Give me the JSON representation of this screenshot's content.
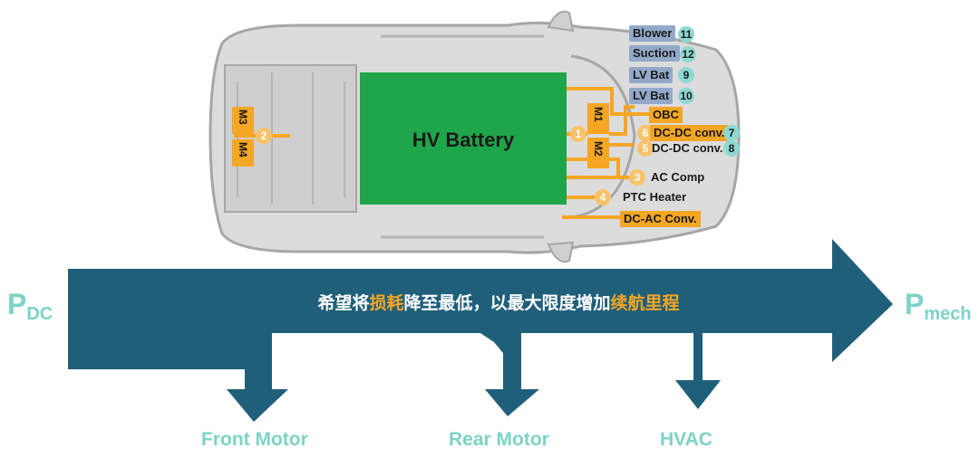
{
  "colors": {
    "arrow": "#1f5f7a",
    "battery": "#1fa64a",
    "wire": "#f5a623",
    "teal_text": "#7dd3c6",
    "car_body": "#d9d9d9",
    "car_outline": "#a6a6a6",
    "blue_tag": "#93a9c9"
  },
  "battery": {
    "label": "HV Battery"
  },
  "motors": {
    "m1": "M1",
    "m2": "M2",
    "m3": "M3",
    "m4": "M4"
  },
  "components": [
    {
      "label": "Blower",
      "number": "11"
    },
    {
      "label": "Suction",
      "number": "12"
    },
    {
      "label": "LV Bat",
      "number": "9"
    },
    {
      "label": "LV Bat",
      "number": "10"
    },
    {
      "label": "OBC",
      "number": ""
    },
    {
      "label": "DC-DC conv.",
      "number": "6",
      "number2": "7"
    },
    {
      "label": "DC-DC conv.",
      "number": "5",
      "number2": "8"
    },
    {
      "label": "AC Comp",
      "number": "3"
    },
    {
      "label": "PTC  Heater",
      "number": "4"
    },
    {
      "label": "DC-AC Conv.",
      "number": ""
    }
  ],
  "junctions": {
    "front": "1",
    "rear": "2"
  },
  "flow": {
    "input": {
      "main": "P",
      "sub": "DC"
    },
    "output": {
      "main": "P",
      "sub": "mech"
    },
    "message_parts": [
      {
        "text": "希望将",
        "highlight": false
      },
      {
        "text": "损耗",
        "highlight": true
      },
      {
        "text": "降至最低，以最大限度增加",
        "highlight": false
      },
      {
        "text": "续航里程",
        "highlight": true
      }
    ],
    "branches": [
      "Front Motor",
      "Rear Motor",
      "HVAC"
    ]
  }
}
